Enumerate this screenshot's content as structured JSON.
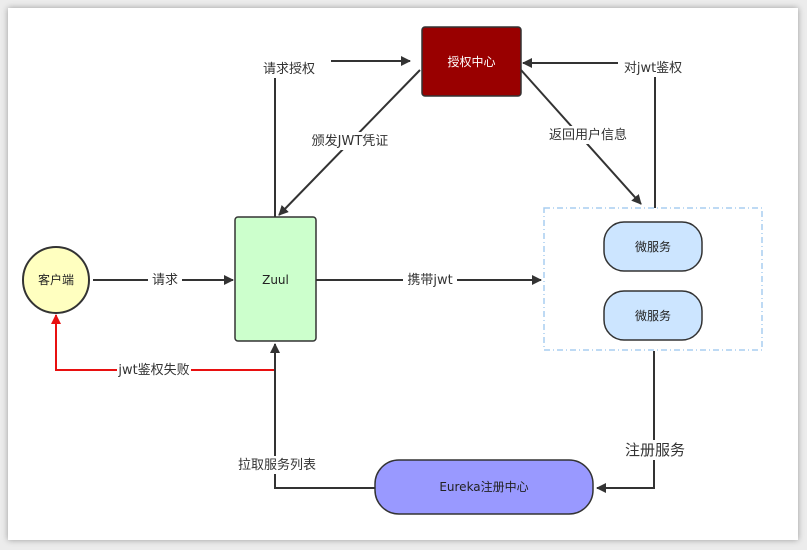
{
  "nodes": {
    "auth_center": "授权中心",
    "client": "客户端",
    "zuul": "Zuul",
    "microservice_1": "微服务",
    "microservice_2": "微服务",
    "eureka": "Eureka注册中心"
  },
  "edges": {
    "request_auth": "请求授权",
    "issue_jwt": "颁发JWT凭证",
    "jwt_check": "对jwt鉴权",
    "return_user_info": "返回用户信息",
    "request": "请求",
    "carry_jwt": "携带jwt",
    "jwt_check_failed": "jwt鉴权失败",
    "pull_service_list": "拉取服务列表",
    "register_service": "注册服务"
  },
  "colors": {
    "auth_center_fill": "#990000",
    "client_fill": "#ffffc0",
    "zuul_fill": "#ccffcc",
    "microservice_fill": "#cce5ff",
    "eureka_fill": "#9999ff",
    "error_line": "#e81010",
    "line": "#333333",
    "group_border": "#a9cdf0"
  }
}
